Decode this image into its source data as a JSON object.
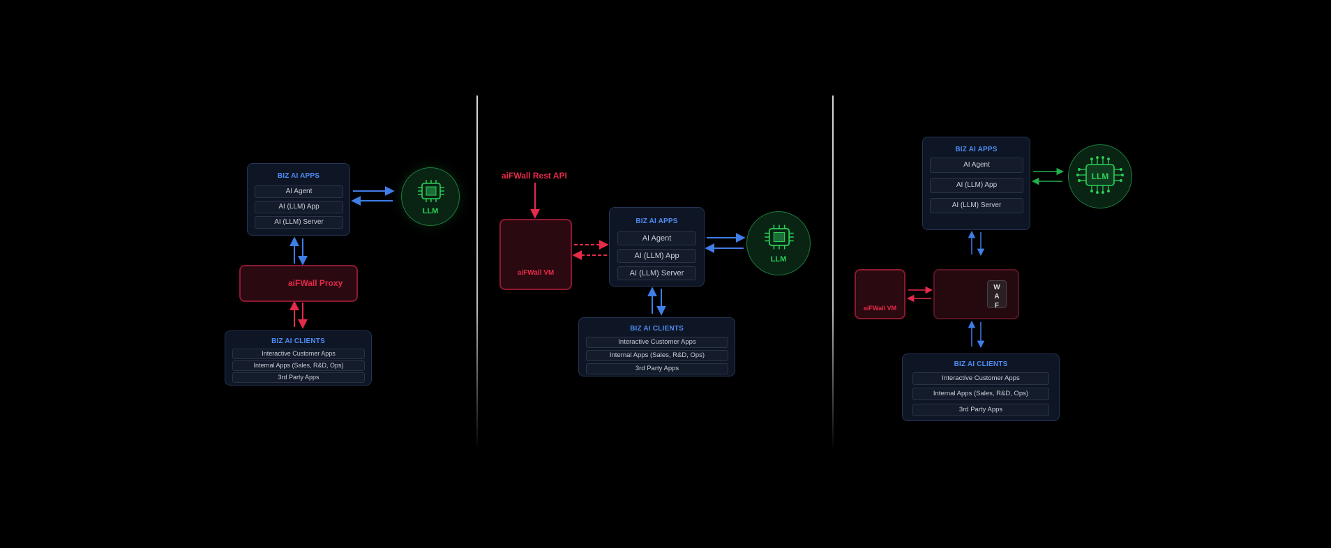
{
  "colors": {
    "background": "#000000",
    "app_blue": "#4f8cf0",
    "firewall_red": "#e62a4a",
    "llm_green": "#2ad158"
  },
  "panel1": {
    "apps": {
      "title": "BIZ AI APPS",
      "items": [
        "AI Agent",
        "AI (LLM) App",
        "AI (LLM) Server"
      ]
    },
    "llm_label": "LLM",
    "proxy_label": "aiFWall Proxy",
    "clients": {
      "title": "BIZ AI CLIENTS",
      "items": [
        "Interactive Customer Apps",
        "Internal Apps (Sales, R&D, Ops)",
        "3rd Party Apps"
      ]
    }
  },
  "panel2": {
    "rest_api_label": "aiFWall Rest API",
    "vm_label": "aiFWall VM",
    "apps": {
      "title": "BIZ AI APPS",
      "items": [
        "AI Agent",
        "AI (LLM) App",
        "AI (LLM) Server"
      ]
    },
    "llm_label": "LLM",
    "clients": {
      "title": "BIZ AI CLIENTS",
      "items": [
        "Interactive Customer Apps",
        "Internal Apps (Sales, R&D, Ops)",
        "3rd Party Apps"
      ]
    }
  },
  "panel3": {
    "apps": {
      "title": "BIZ AI APPS",
      "items": [
        "AI Agent",
        "AI (LLM) App",
        "AI (LLM) Server"
      ]
    },
    "llm_label": "LLM",
    "vm_label": "aiFWall VM",
    "waf_letters": [
      "W",
      "A",
      "F"
    ],
    "clients": {
      "title": "BIZ AI CLIENTS",
      "items": [
        "Interactive Customer Apps",
        "Internal Apps (Sales, R&D, Ops)",
        "3rd Party Apps"
      ]
    }
  }
}
